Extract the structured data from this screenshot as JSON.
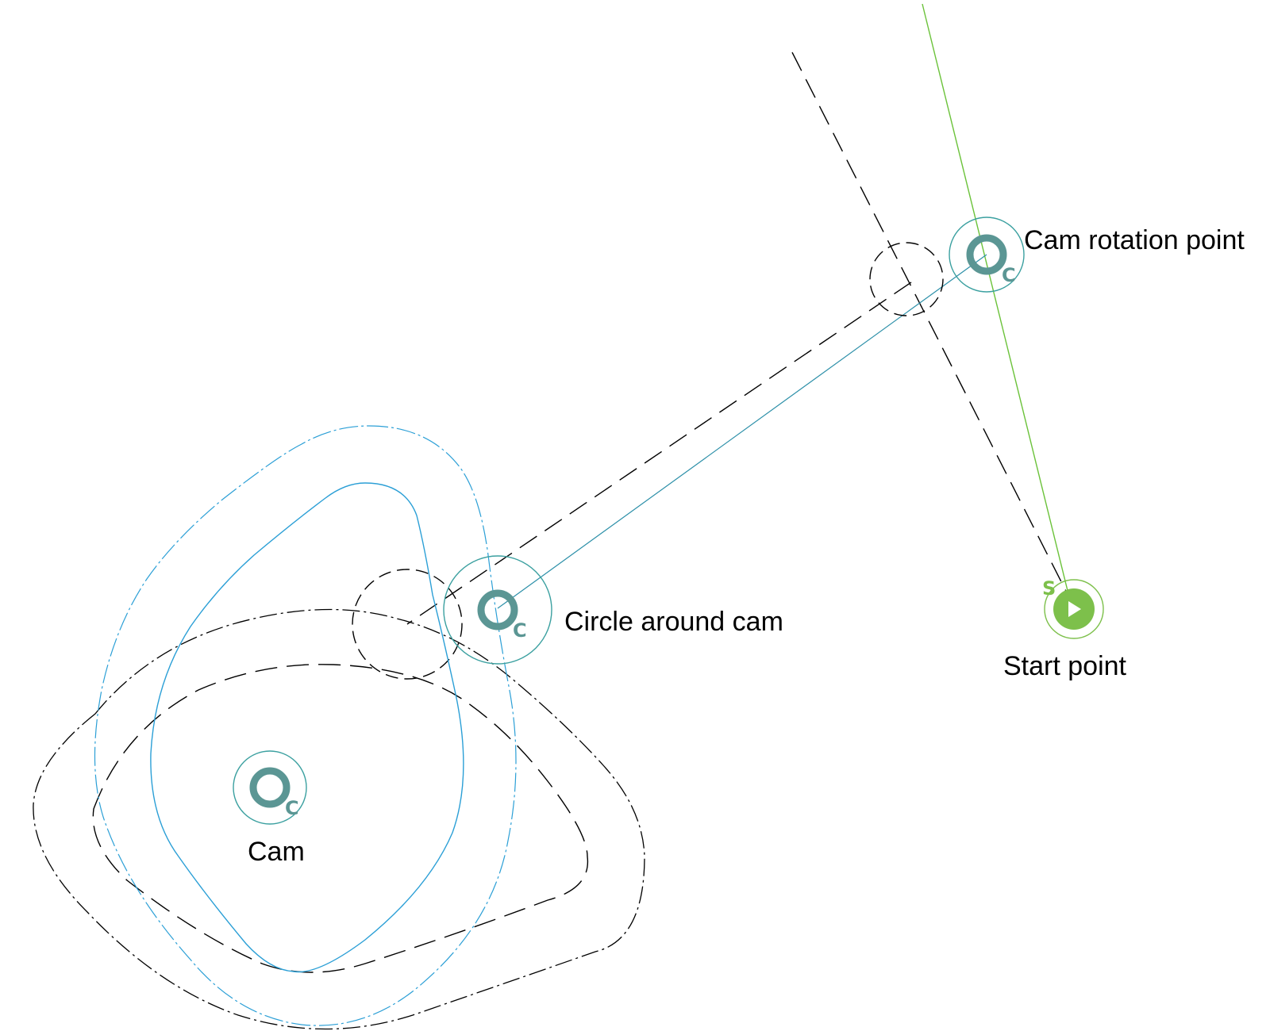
{
  "labels": {
    "cam_rotation_point": "Cam rotation point",
    "circle_around_cam": "Circle around cam",
    "start_point": "Start point",
    "cam": "Cam"
  },
  "markers": {
    "center_letter": "C",
    "start_letter": "S"
  },
  "colors": {
    "center_marker": "#5b9694",
    "marker_ring": "#3ba0a0",
    "cam_profile": "#2b9fd6",
    "path_line": "#2b8fa8",
    "start_marker": "#7dc04b",
    "start_line": "#6bc23a",
    "construction": "#000000"
  },
  "icons": {
    "center": "center-point-icon",
    "start": "start-play-icon"
  }
}
